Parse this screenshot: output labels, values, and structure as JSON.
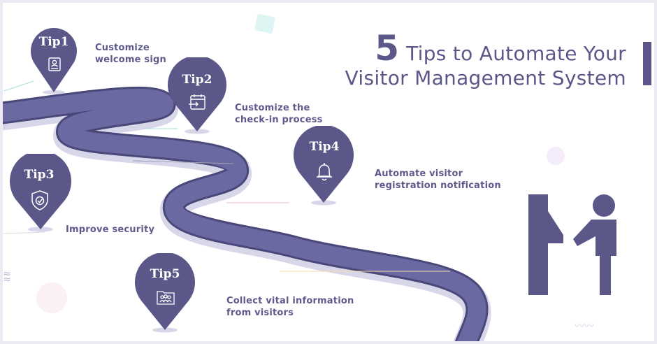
{
  "title": {
    "number": "5",
    "line1": "Tips to Automate Your",
    "line2": "Visitor Management System"
  },
  "colors": {
    "accent": "#5b5889",
    "road": "#6b69a1",
    "road_edge": "#4a4878",
    "road_shadow": "#d8d7ea",
    "text": "#5e5a8c"
  },
  "tips": [
    {
      "label": "Tip1",
      "text_line1": "Customize",
      "text_line2": "welcome sign",
      "icon": "id-card-icon"
    },
    {
      "label": "Tip2",
      "text_line1": "Customize the",
      "text_line2": "check-in process",
      "icon": "calendar-checkin-icon"
    },
    {
      "label": "Tip3",
      "text_line1": "Improve security",
      "text_line2": "",
      "icon": "shield-check-icon"
    },
    {
      "label": "Tip4",
      "text_line1": "Automate visitor",
      "text_line2": "registration notification",
      "icon": "bell-icon"
    },
    {
      "label": "Tip5",
      "text_line1": "Collect vital information",
      "text_line2": "from visitors",
      "icon": "people-folder-icon"
    }
  ],
  "illustration": {
    "icon": "visitor-kiosk-icon"
  }
}
